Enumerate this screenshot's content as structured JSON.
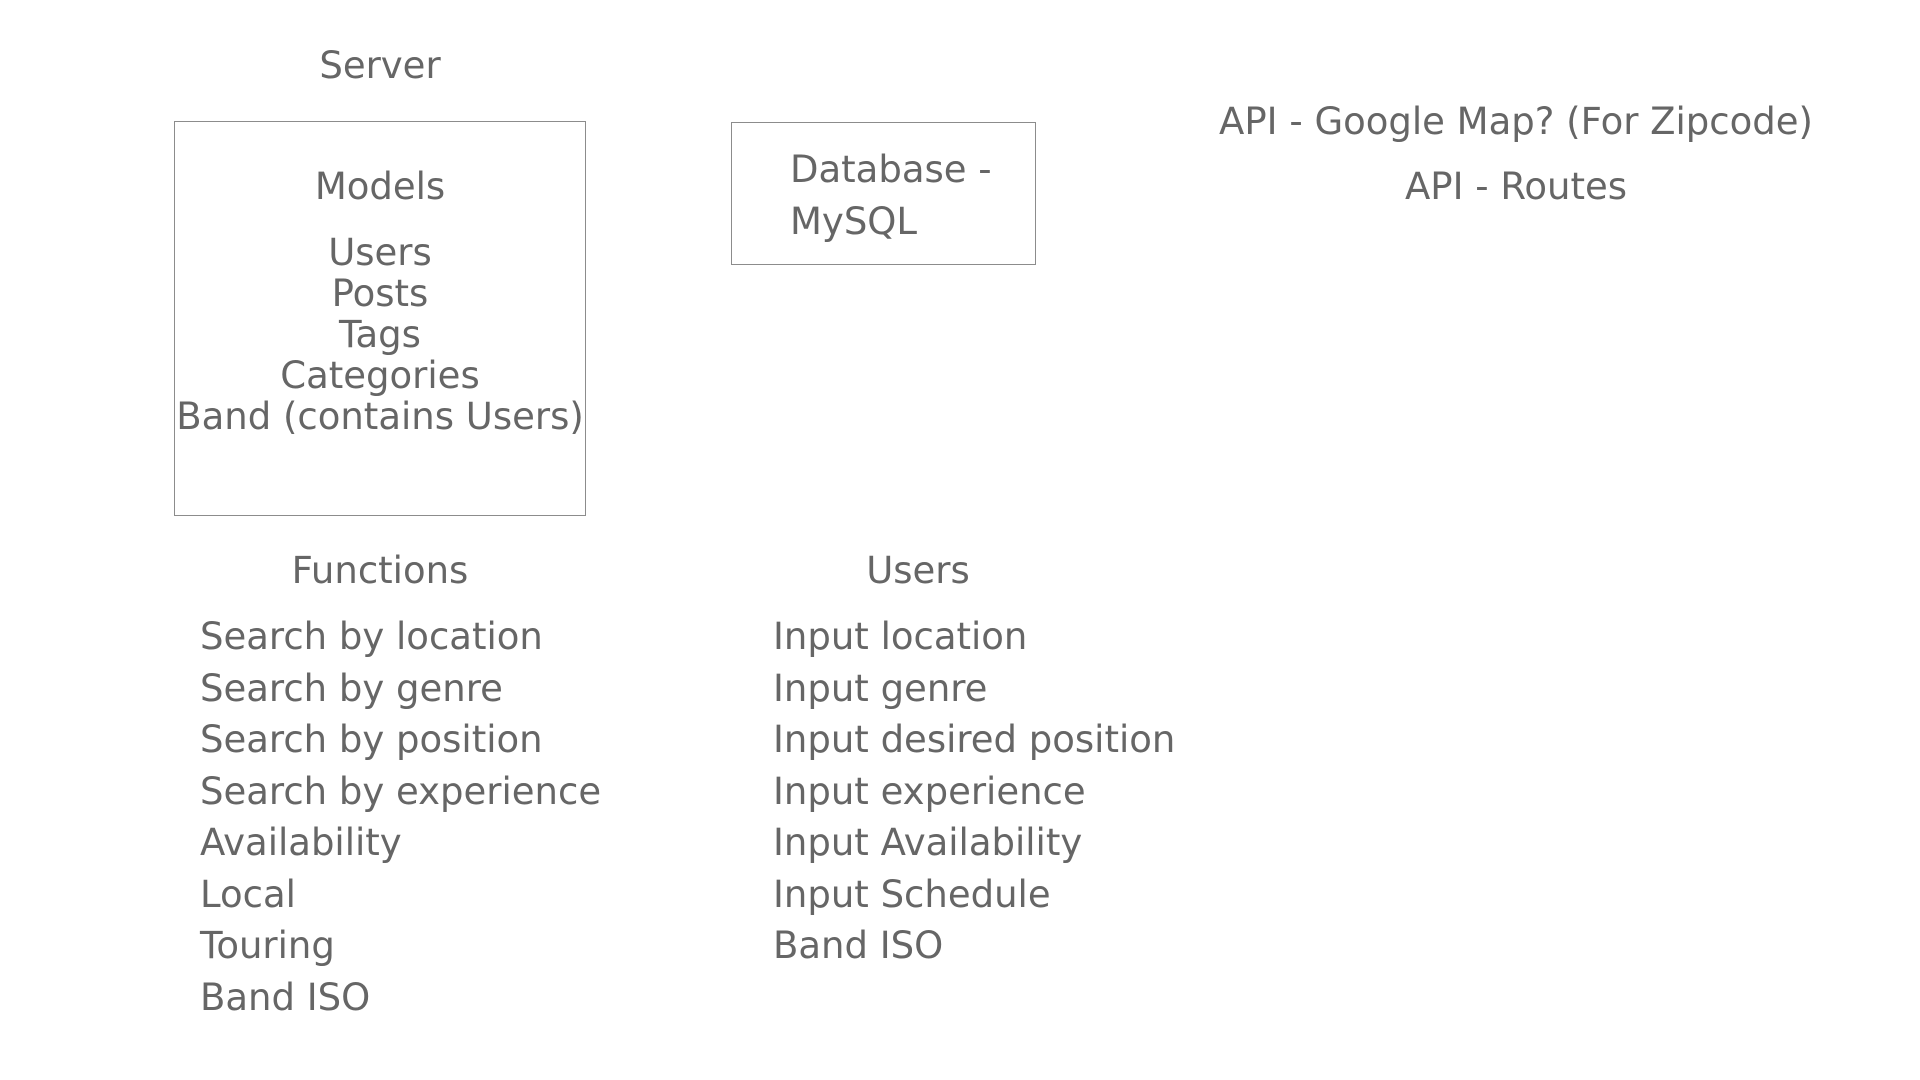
{
  "server": {
    "title": "Server",
    "models_box": {
      "title": "Models",
      "items": [
        "Users",
        "Posts",
        "Tags",
        "Categories",
        "Band (contains Users)"
      ]
    }
  },
  "database": {
    "lines": [
      "Database -",
      "MySQL"
    ]
  },
  "apis": {
    "items": [
      "API - Google Map? (For Zipcode)",
      "API - Routes"
    ]
  },
  "functions": {
    "title": "Functions",
    "items": [
      "Search by location",
      "Search by genre",
      "Search by position",
      "Search by experience",
      "Availability",
      "Local",
      "Touring",
      "Band ISO"
    ]
  },
  "users": {
    "title": "Users",
    "items": [
      "Input location",
      "Input genre",
      "Input desired position",
      "Input experience",
      "Input Availability",
      "Input Schedule",
      "Band ISO"
    ]
  }
}
